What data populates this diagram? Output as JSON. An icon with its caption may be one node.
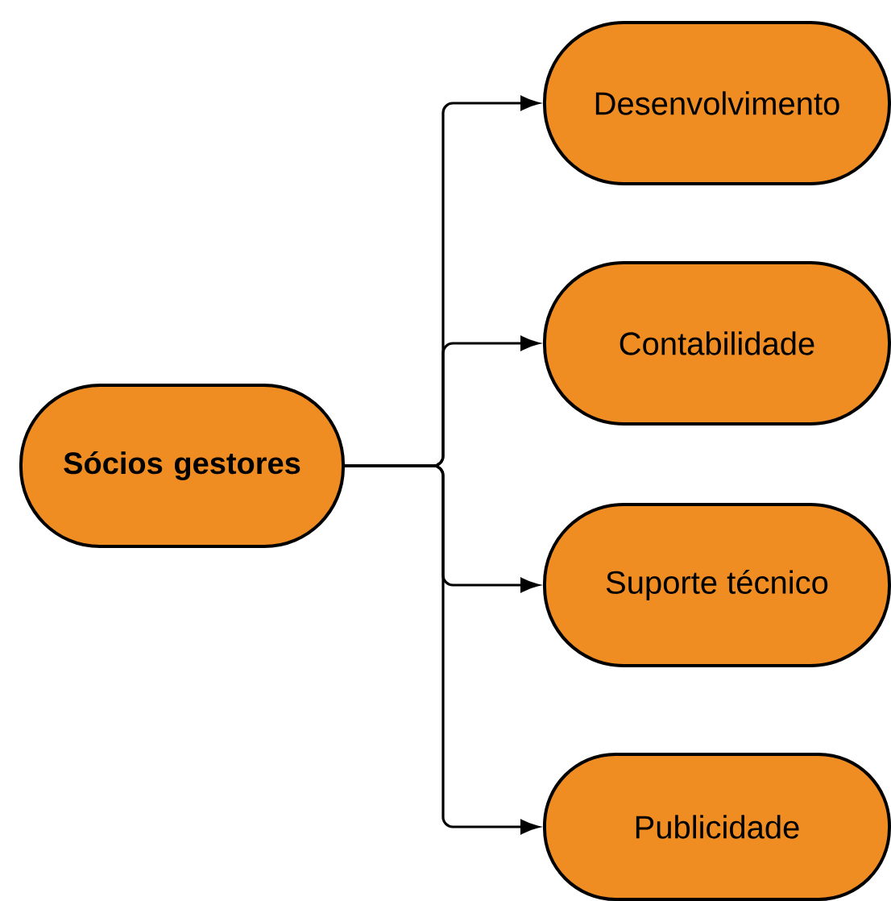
{
  "diagram": {
    "nodes": [
      {
        "text": [
          "Sócios gestores"
        ]
      },
      {
        "text": [
          "Desenvolvimento"
        ]
      },
      {
        "text": [
          "Contabilidade"
        ]
      },
      {
        "text": [
          "Suporte técnico"
        ]
      },
      {
        "text": [
          "Publicidade"
        ]
      }
    ],
    "edges": [
      {
        "from": 0,
        "to": 1,
        "arrow": "to"
      },
      {
        "from": 0,
        "to": 2,
        "arrow": "to"
      },
      {
        "from": 0,
        "to": 3,
        "arrow": "to"
      },
      {
        "from": 0,
        "to": 4,
        "arrow": "to"
      }
    ]
  }
}
